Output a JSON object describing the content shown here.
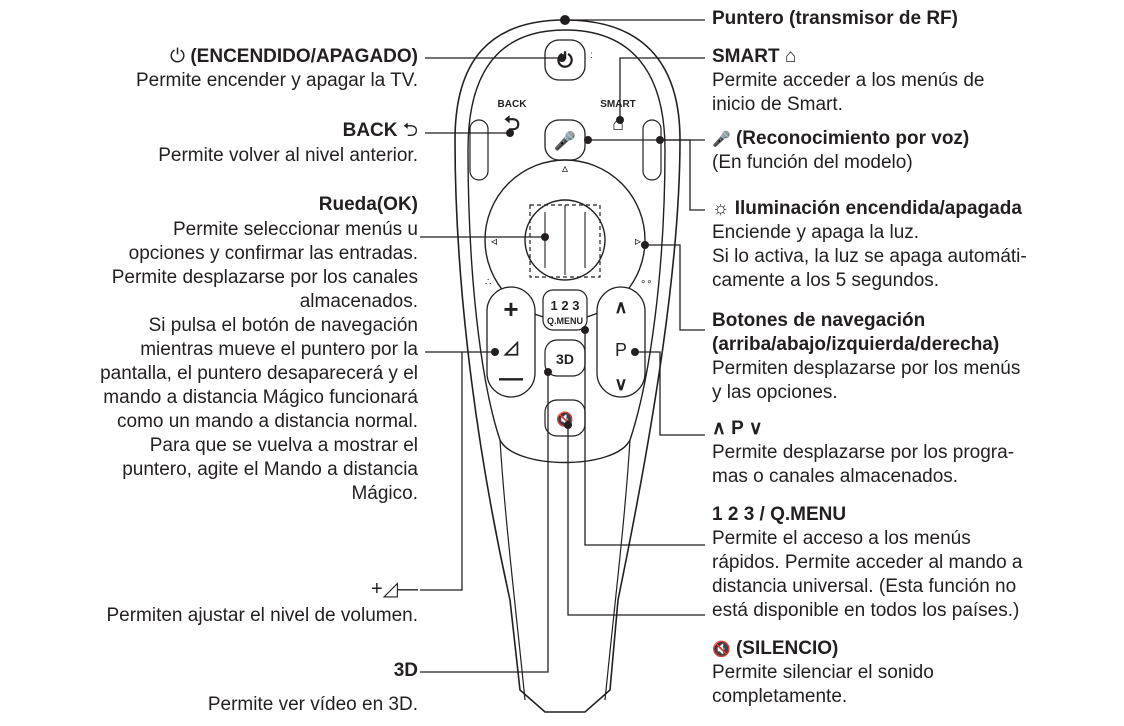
{
  "left": {
    "power": {
      "title": "(ENCENDIDO/APAGADO)",
      "icon": "⏻",
      "desc": "Permite encender y apagar la TV."
    },
    "back": {
      "title": "BACK",
      "icon": "⮌",
      "desc": "Permite volver al nivel anterior."
    },
    "wheel": {
      "title": "Rueda(OK)",
      "lines": [
        "Permite seleccionar menús u",
        "opciones y confirmar las entradas.",
        "Permite desplazarse por los canales",
        "almacenados.",
        "Si pulsa el botón de navegación",
        "mientras mueve el puntero por la",
        "pantalla, el puntero desaparecerá y el",
        "mando a distancia Mágico funcionará",
        "como un mando a distancia normal.",
        "Para que se vuelva a mostrar el",
        "puntero, agite el Mando a distancia",
        "Mágico."
      ]
    },
    "volume": {
      "icon": "+◿—",
      "desc": "Permiten ajustar el nivel de volumen."
    },
    "three_d": {
      "icon": "3D",
      "desc": "Permite ver vídeo en 3D."
    }
  },
  "right": {
    "pointer": {
      "title": "Puntero (transmisor de RF)"
    },
    "smart": {
      "title": "SMART",
      "icon": "⌂",
      "lines": [
        "Permite acceder a los menús de",
        "inicio de Smart."
      ]
    },
    "voice": {
      "title": "(Reconocimiento por voz)",
      "icon": "🎤",
      "lines": [
        "(En función del modelo)"
      ]
    },
    "light": {
      "title": "Iluminación encendida/apagada",
      "icon": "☼",
      "lines": [
        "Enciende y apaga la luz.",
        "Si lo activa, la luz se apaga automáti-",
        "camente a los 5 segundos."
      ]
    },
    "nav": {
      "title_lines": [
        "Botones de navegación",
        "(arriba/abajo/izquierda/derecha)"
      ],
      "lines": [
        "Permiten desplazarse por los menús",
        "y las opciones."
      ]
    },
    "program": {
      "title": "∧ P ∨",
      "lines": [
        "Permite desplazarse por los progra-",
        "mas o canales almacenados."
      ]
    },
    "qmenu": {
      "title": "1 2 3 / Q.MENU",
      "lines": [
        "Permite el acceso a los menús",
        "rápidos. Permite acceder al mando a",
        "distancia universal. (Esta función no",
        "está disponible en todos los países.)"
      ]
    },
    "mute": {
      "title": "(SILENCIO)",
      "icon": "🔇",
      "lines": [
        "Permite silenciar el sonido",
        "completamente."
      ]
    }
  },
  "remote": {
    "back_label": "BACK",
    "smart_label": "SMART",
    "qmenu_num": "1 2 3",
    "qmenu_label": "Q.MENU",
    "p_label": "P",
    "three_d_label": "3D",
    "arrow_up": "▵",
    "arrow_down": "▿",
    "arrow_left": "◃",
    "arrow_right": "▹"
  }
}
